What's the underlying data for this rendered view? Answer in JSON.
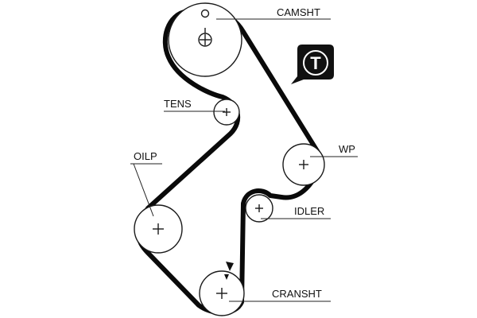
{
  "diagram": {
    "labels": {
      "camshaft": "CAMSHT",
      "tensioner": "TENS",
      "oil_pump": "OILP",
      "water_pump": "WP",
      "idler": "IDLER",
      "crankshaft": "CRANSHT"
    },
    "badge": {
      "letter": "T"
    },
    "colors": {
      "belt": "#0a0a0a",
      "pulley_outline": "#1a1a1a",
      "badge_fill": "#111111",
      "badge_text": "#ffffff",
      "leader": "#222222"
    },
    "icons": {
      "center_mark": "crosshair-plus",
      "badge_icon": "tensioner-badge",
      "timing_mark": "timing-arrow"
    }
  }
}
